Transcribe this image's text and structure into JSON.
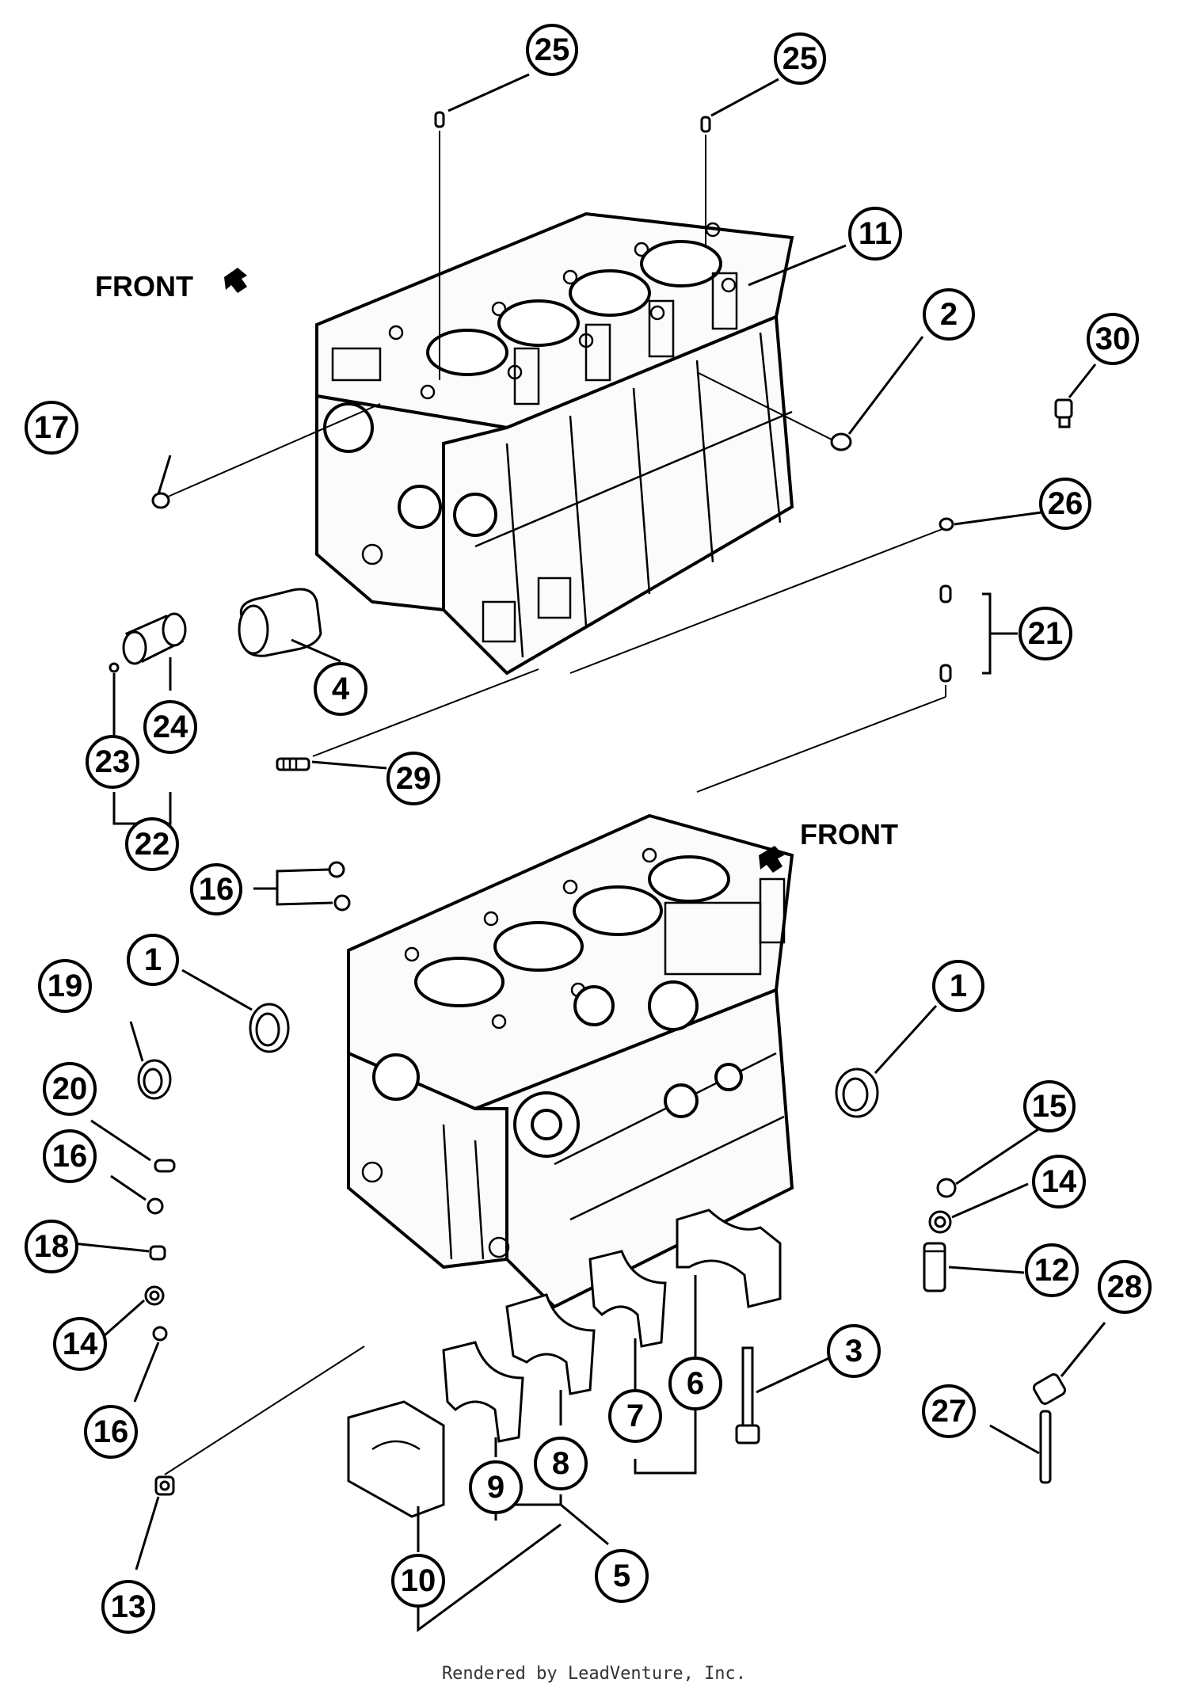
{
  "labels": {
    "front_top": "FRONT",
    "front_bottom": "FRONT",
    "footer": "Rendered by LeadVenture, Inc."
  },
  "callouts": {
    "c25a": "25",
    "c25b": "25",
    "c11": "11",
    "c2": "2",
    "c30": "30",
    "c17": "17",
    "c26": "26",
    "c21": "21",
    "c4": "4",
    "c24": "24",
    "c23": "23",
    "c22": "22",
    "c29": "29",
    "c16a": "16",
    "c1a": "1",
    "c19": "19",
    "c1b": "1",
    "c20": "20",
    "c15": "15",
    "c16b": "16",
    "c14a": "14",
    "c18": "18",
    "c12": "12",
    "c28": "28",
    "c14b": "14",
    "c6": "6",
    "c3": "3",
    "c16c": "16",
    "c7": "7",
    "c27": "27",
    "c8": "8",
    "c9": "9",
    "c5": "5",
    "c10": "10",
    "c13": "13"
  },
  "colors": {
    "line": "#000000",
    "background": "#ffffff"
  },
  "icons": [
    "front-arrow-icon"
  ]
}
